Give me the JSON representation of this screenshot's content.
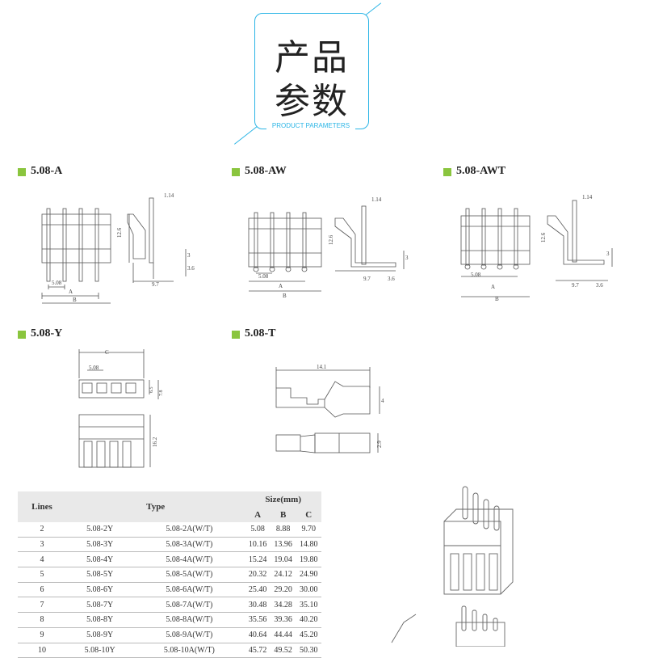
{
  "header": {
    "title_line1": "产品",
    "title_line2": "参数",
    "subtitle": "PRODUCT PARAMETERS",
    "accent_color": "#2bb5e6"
  },
  "sections": {
    "a": "5.08-A",
    "aw": "5.08-AW",
    "awt": "5.08-AWT",
    "y": "5.08-Y",
    "t": "5.08-T",
    "bullet_color": "#8ac53e"
  },
  "drawing_labels": {
    "pin": "1.14",
    "height": "12.6",
    "dim_3": "3",
    "dim_36": "3.6",
    "dim_97": "9.7",
    "pitch": "5.08",
    "a": "A",
    "b": "B",
    "c": "C",
    "y_65": "6.5",
    "y_78": "7.8",
    "y_162": "16.2",
    "t_len": "14.1",
    "t_h": "4",
    "t_w": "2.9"
  },
  "table": {
    "head_lines": "Lines",
    "head_type": "Type",
    "head_size": "Size(mm)",
    "head_a": "A",
    "head_b": "B",
    "head_c": "C",
    "rows": [
      [
        "2",
        "5.08-2Y",
        "5.08-2A(W/T)",
        "5.08",
        "8.88",
        "9.70"
      ],
      [
        "3",
        "5.08-3Y",
        "5.08-3A(W/T)",
        "10.16",
        "13.96",
        "14.80"
      ],
      [
        "4",
        "5.08-4Y",
        "5.08-4A(W/T)",
        "15.24",
        "19.04",
        "19.80"
      ],
      [
        "5",
        "5.08-5Y",
        "5.08-5A(W/T)",
        "20.32",
        "24.12",
        "24.90"
      ],
      [
        "6",
        "5.08-6Y",
        "5.08-6A(W/T)",
        "25.40",
        "29.20",
        "30.00"
      ],
      [
        "7",
        "5.08-7Y",
        "5.08-7A(W/T)",
        "30.48",
        "34.28",
        "35.10"
      ],
      [
        "8",
        "5.08-8Y",
        "5.08-8A(W/T)",
        "35.56",
        "39.36",
        "40.20"
      ],
      [
        "9",
        "5.08-9Y",
        "5.08-9A(W/T)",
        "40.64",
        "44.44",
        "45.20"
      ],
      [
        "10",
        "5.08-10Y",
        "5.08-10A(W/T)",
        "45.72",
        "49.52",
        "50.30"
      ]
    ]
  }
}
